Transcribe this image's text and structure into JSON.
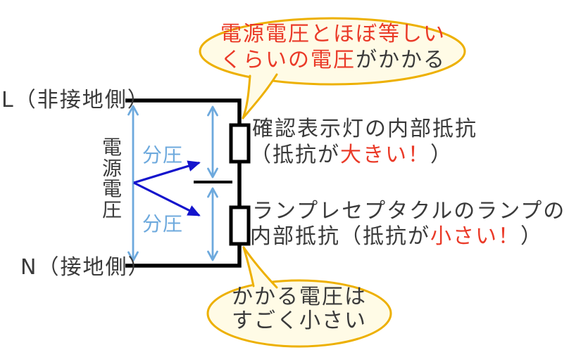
{
  "colors": {
    "background": "#ffffff",
    "wire": "#000000",
    "text": "#3a3a3a",
    "red": "#ea3a28",
    "light-blue": "#6da9dd",
    "dark-blue": "#1414cc",
    "bubble-fill": "#fffbe6",
    "bubble-border": "#edb000"
  },
  "terminals": {
    "live": "L（非接地側）",
    "neutral": "N（接地側）"
  },
  "source_voltage_label": "電源電圧",
  "voltage_divide": {
    "upper_label": "分圧",
    "lower_label": "分圧"
  },
  "bubble_top": {
    "line1": "電源電圧とほぼ等しい",
    "line2_red": "くらいの電圧",
    "line2_black": "がかかる"
  },
  "bubble_bottom": {
    "line1": "かかる電圧は",
    "line2": "すごく小さい"
  },
  "resistor_upper_note": {
    "line1": "確認表示灯の内部抵抗",
    "line2_pre": "（抵抗が",
    "line2_red": "大きい！",
    "line2_post": "）"
  },
  "resistor_lower_note": {
    "line1": "ランプレセプタクルのランプの",
    "line2_pre": "内部抵抗（抵抗が",
    "line2_red": "小さい！",
    "line2_post": "）"
  }
}
